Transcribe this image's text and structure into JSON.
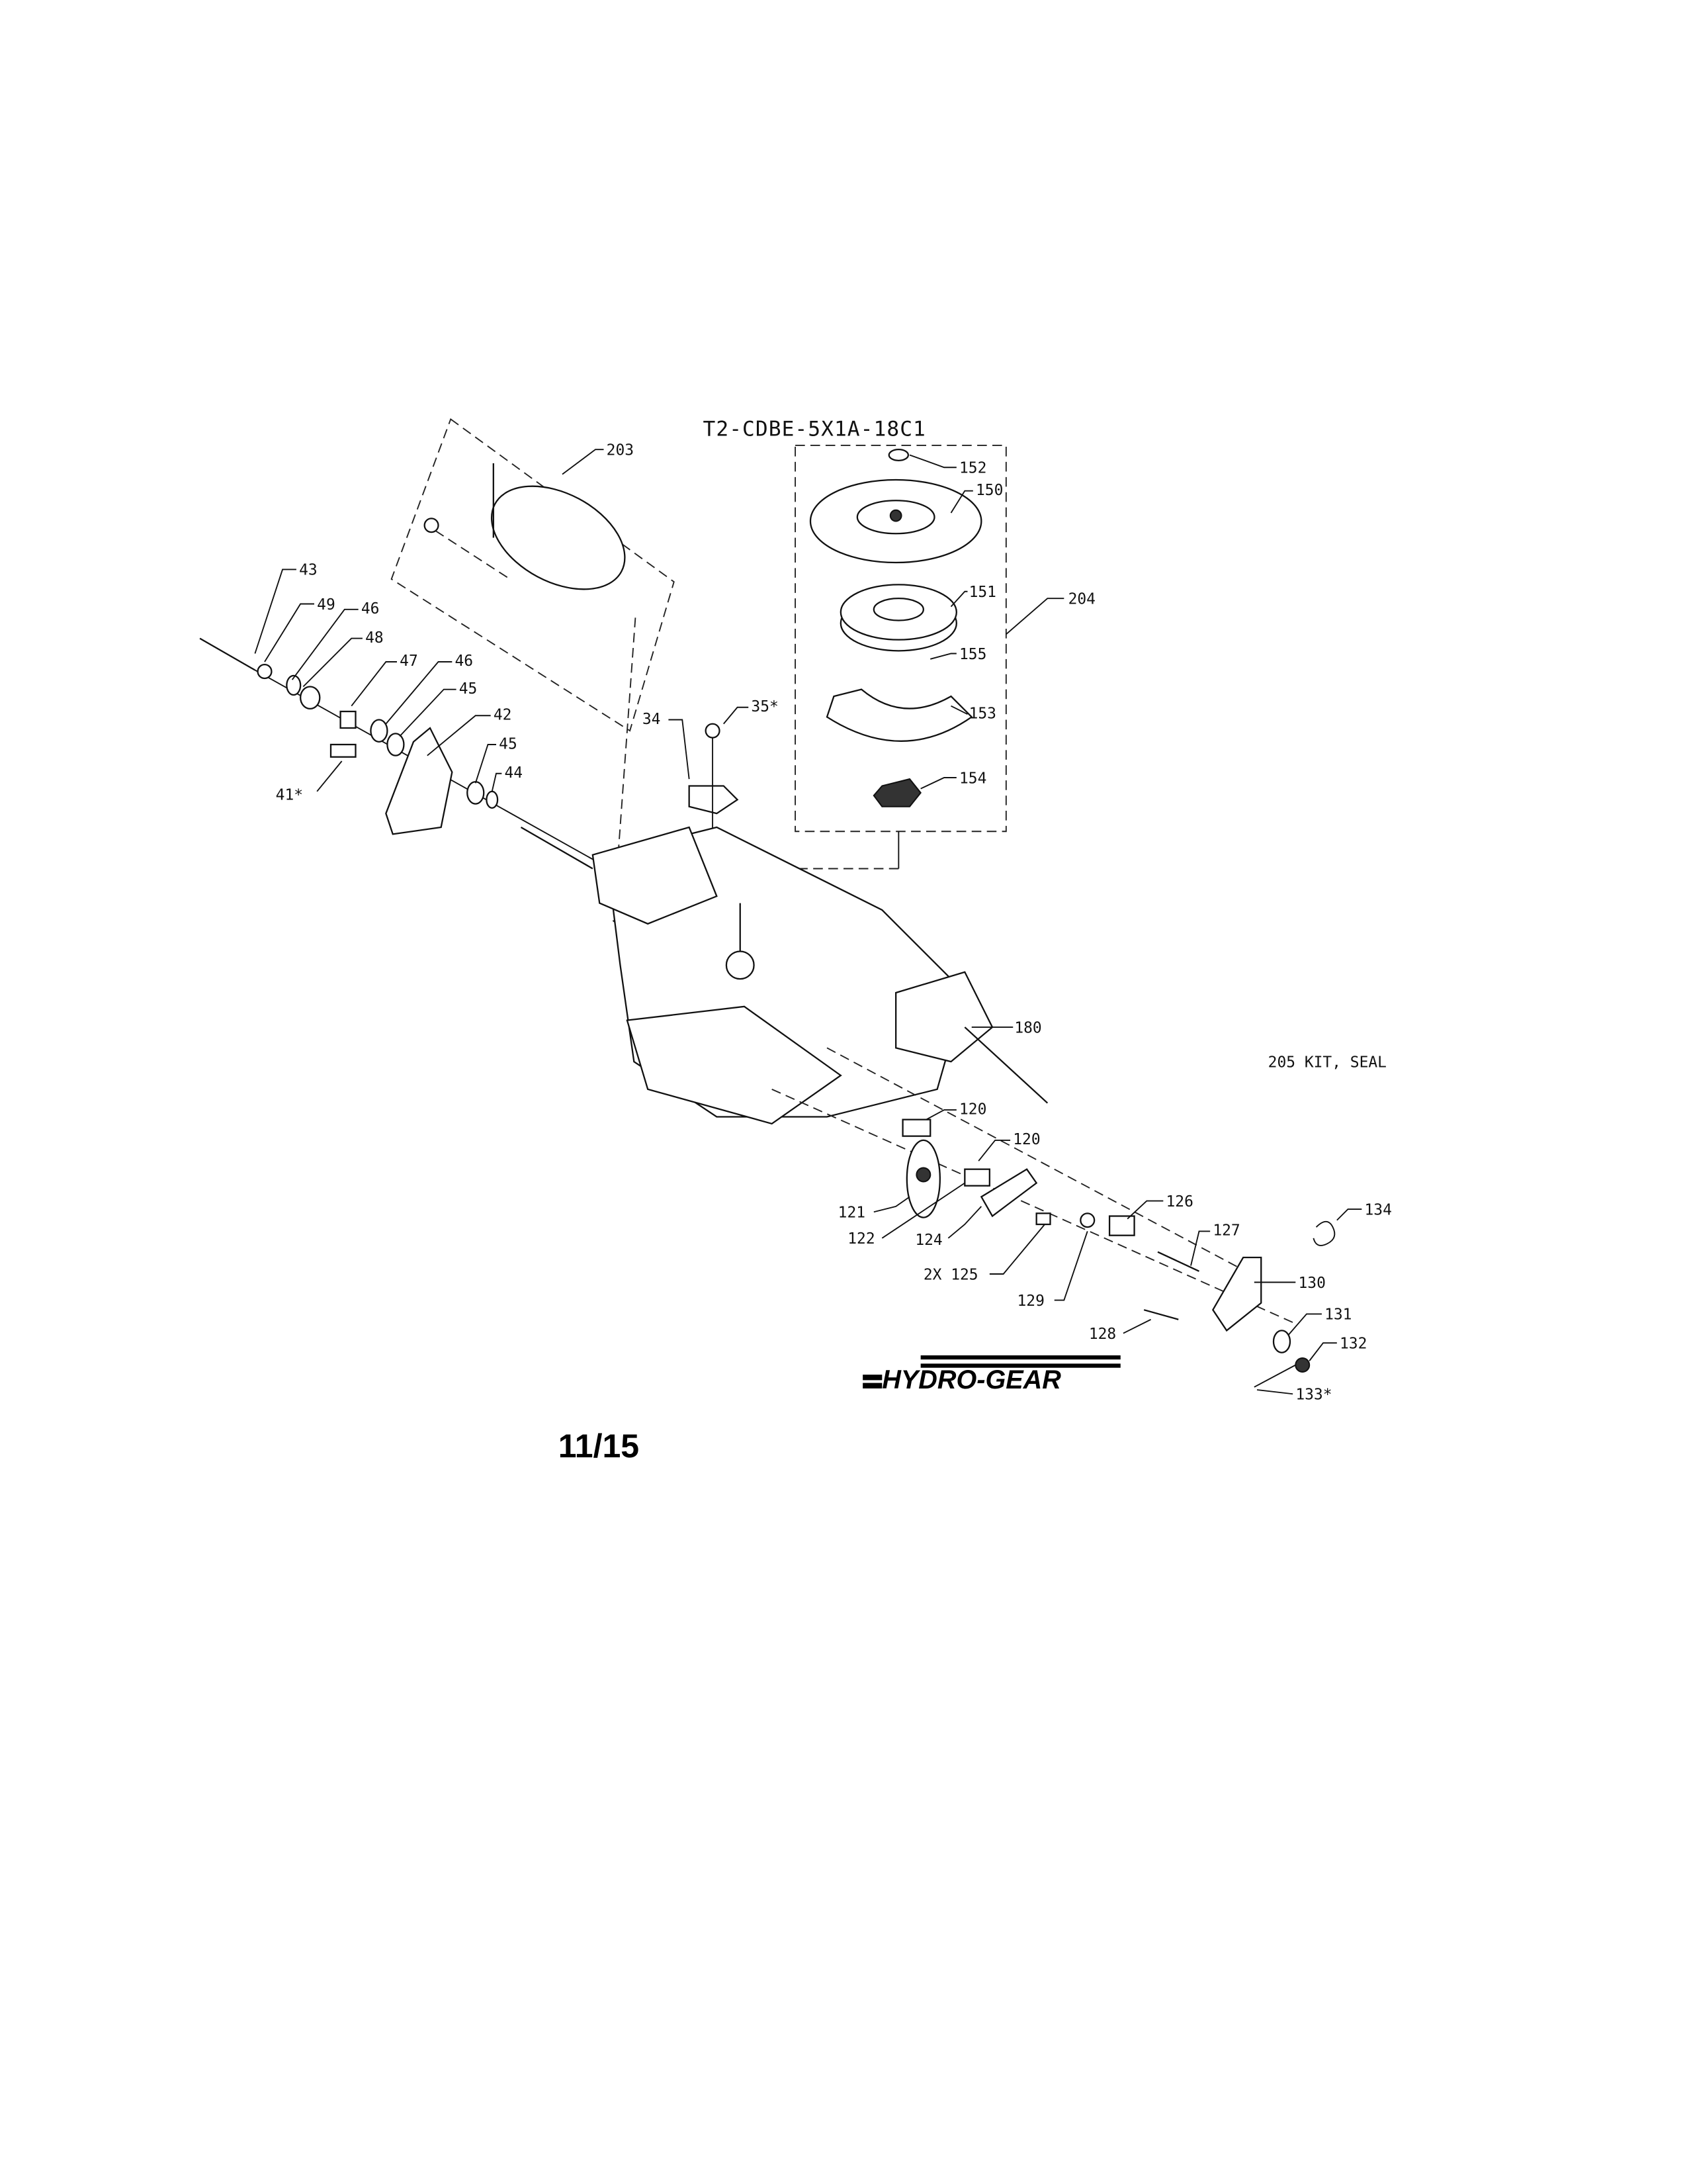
{
  "diagram": {
    "model_title": "T2-CDBE-5X1A-18C1",
    "page_number": "11/15",
    "brand_logo": "HYDRO-GEAR",
    "note": "205 KIT, SEAL",
    "callouts": {
      "p203": "203",
      "p43": "43",
      "p49": "49",
      "p46a": "46",
      "p48": "48",
      "p47": "47",
      "p46b": "46",
      "p45a": "45",
      "p42": "42",
      "p41": "41*",
      "p45b": "45",
      "p44": "44",
      "p34": "34",
      "p35": "35*",
      "p152": "152",
      "p150": "150",
      "p151": "151",
      "p204": "204",
      "p155": "155",
      "p153": "153",
      "p154": "154",
      "p180": "180",
      "p120a": "120",
      "p120b": "120",
      "p121": "121",
      "p122": "122",
      "p124": "124",
      "p125": "2X 125",
      "p126": "126",
      "p127": "127",
      "p134": "134",
      "p129": "129",
      "p130": "130",
      "p131": "131",
      "p128": "128",
      "p132": "132",
      "p133": "133*"
    }
  }
}
